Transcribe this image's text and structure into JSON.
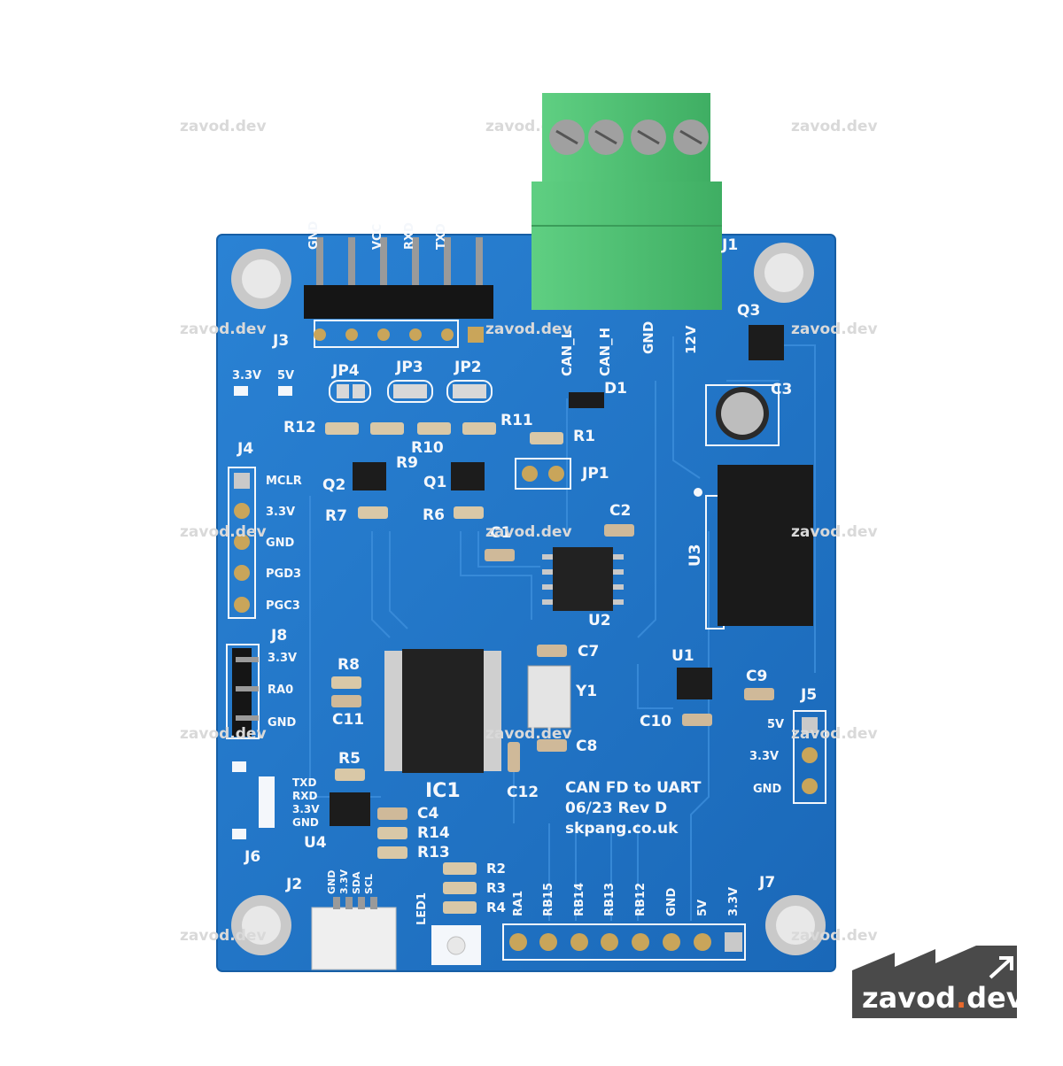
{
  "watermark": {
    "text": "zavod.dev"
  },
  "logo": {
    "name": "zavod",
    "dot": ".",
    "tld": "dev",
    "accent": "#e8692c"
  },
  "board": {
    "title_line1": "CAN FD to UART",
    "title_line2": "06/23 Rev D",
    "title_line3": "skpang.co.uk",
    "color": "#1f75c9"
  },
  "header_j3": {
    "ref": "J3",
    "pins": [
      "GND",
      "VCC",
      "RXD",
      "TXD"
    ]
  },
  "terminal": {
    "ref": "J1",
    "pins": [
      "CAN_L",
      "CAN_H",
      "GND",
      "12V"
    ]
  },
  "jumpers": {
    "jp4": "JP4",
    "jp3": "JP3",
    "jp2": "JP2",
    "jp1": "JP1"
  },
  "voltage_select": {
    "left": "3.3V",
    "right": "5V"
  },
  "j4": {
    "ref": "J4",
    "pins": [
      "MCLR",
      "3.3V",
      "GND",
      "PGD3",
      "PGC3"
    ]
  },
  "j8": {
    "ref": "J8",
    "pins": [
      "3.3V",
      "RA0",
      "GND"
    ]
  },
  "j6": {
    "ref": "J6",
    "pins": [
      "TXD",
      "RXD",
      "3.3V",
      "GND"
    ]
  },
  "j2": {
    "ref": "J2",
    "pins": [
      "GND",
      "3.3V",
      "SDA",
      "SCL"
    ]
  },
  "j7": {
    "ref": "J7",
    "pins": [
      "RA1",
      "RB15",
      "RB14",
      "RB13",
      "RB12",
      "GND",
      "5V",
      "3.3V"
    ]
  },
  "j5": {
    "ref": "J5",
    "pins": [
      "5V",
      "3.3V",
      "GND"
    ]
  },
  "refs": {
    "r12": "R12",
    "r11": "R11",
    "r10": "R10",
    "r9": "R9",
    "r1": "R1",
    "q2": "Q2",
    "q1": "Q1",
    "q3": "Q3",
    "d1": "D1",
    "c3": "C3",
    "r7": "R7",
    "r6": "R6",
    "c2": "C2",
    "c1": "C1",
    "u3": "U3",
    "u2": "U2",
    "r8": "R8",
    "c11": "C11",
    "c7": "C7",
    "y1": "Y1",
    "c8": "C8",
    "u1": "U1",
    "c9": "C9",
    "c10": "C10",
    "ic1": "IC1",
    "c12": "C12",
    "r5": "R5",
    "c4": "C4",
    "r14": "R14",
    "r13": "R13",
    "u4": "U4",
    "r2": "R2",
    "r3": "R3",
    "r4": "R4",
    "led1": "LED1"
  }
}
